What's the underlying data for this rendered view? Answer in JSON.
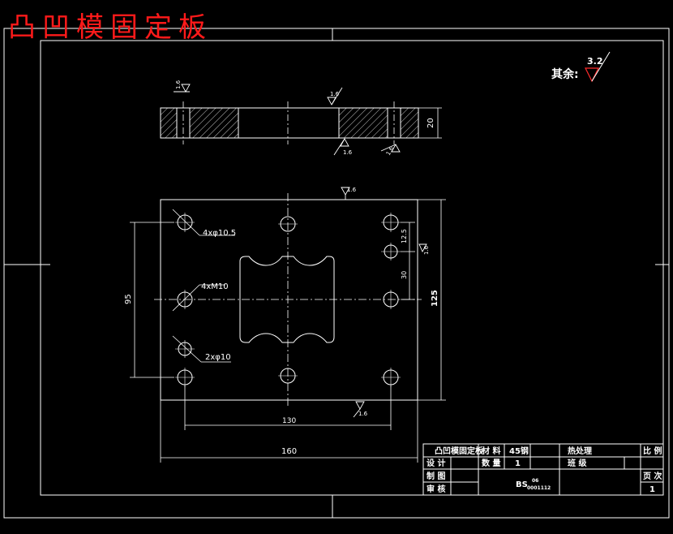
{
  "drawing_title": "凸凹模固定板",
  "general_roughness": {
    "label": "其余:",
    "value": "3.2"
  },
  "section_roughness": [
    "1.6",
    "1.6",
    "1.6",
    "1.6"
  ],
  "section_dims": {
    "thickness": "20"
  },
  "plan_roughness": [
    "1.6",
    "1.6",
    "1.6"
  ],
  "plan_dims": {
    "height_total": "125",
    "height_holes": "95",
    "width_total": "160",
    "width_holes": "130",
    "hole_pitch_small": "12.5",
    "hole_pitch": "30"
  },
  "hole_notes": {
    "bolt_clearance": "4xφ10.5",
    "threaded": "4xM10",
    "dowel": "2xφ10"
  },
  "title_block": {
    "part_name": "凸凹模固定板",
    "material_label": "材 料",
    "material_value": "45钢",
    "heat_treatment": "热处理",
    "scale_label": "比 例",
    "design_label": "设 计",
    "quantity_label": "数 量",
    "quantity_value": "1",
    "class_label": "班 级",
    "drawing_label": "制 图",
    "drawing_no": "BS",
    "drawing_no_sup": "06",
    "drawing_no_sub": "0001112",
    "review_label": "审 核",
    "page_label": "页 次",
    "page_value": "1"
  }
}
